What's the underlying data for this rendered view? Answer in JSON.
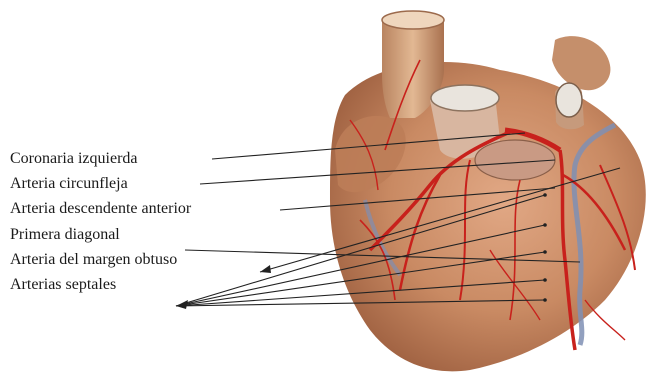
{
  "labels": [
    "Coronaria izquierda",
    "Arteria circunfleja",
    "Arteria descendente anterior",
    "Primera diagonal",
    "Arteria del margen obtuso",
    "Arterias septales"
  ],
  "colors": {
    "background": "#ffffff",
    "text": "#1a1a1a",
    "leader": "#222222",
    "myocardium": "#c98a63",
    "artery": "#c8211c",
    "vein": "#7f8fb4",
    "vessel_trunk": "#d7ab88"
  }
}
